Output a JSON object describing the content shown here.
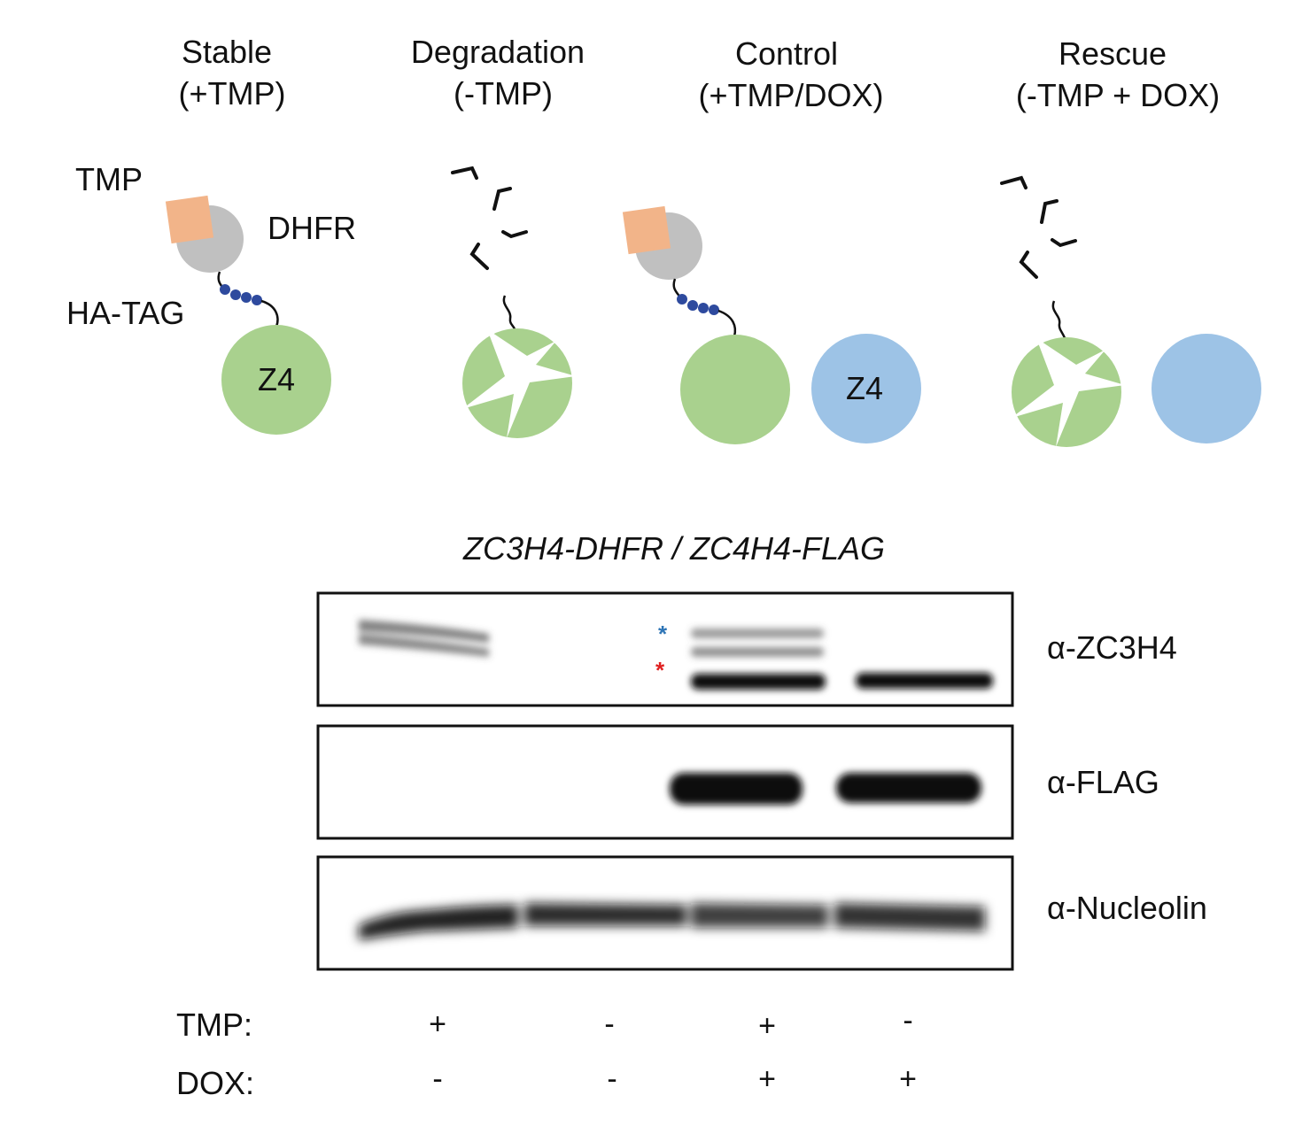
{
  "conditions": [
    {
      "line1": "Stable",
      "line2": "(+TMP)"
    },
    {
      "line1": "Degradation",
      "line2": "(-TMP)"
    },
    {
      "line1": "Control",
      "line2": "(+TMP/DOX)"
    },
    {
      "line1": "Rescue",
      "line2": "(-TMP + DOX)"
    }
  ],
  "schematic": {
    "tmp_label": "TMP",
    "dhfr_label": "DHFR",
    "ha_tag_label": "HA-TAG",
    "z4_label": "Z4",
    "z4_flag_label": "Z4"
  },
  "blot": {
    "title": "ZC3H4-DHFR / ZC4H4-FLAG",
    "panels": [
      {
        "antibody": "α-ZC3H4"
      },
      {
        "antibody": "α-FLAG"
      },
      {
        "antibody": "α-Nucleolin"
      }
    ],
    "marker_blue": "*",
    "marker_red": "*",
    "rows": [
      {
        "label": "TMP:",
        "values": [
          "+",
          "-",
          "+",
          "-"
        ]
      },
      {
        "label": "DOX:",
        "values": [
          "-",
          "-",
          "+",
          "+"
        ]
      }
    ]
  },
  "colors": {
    "tmp_square": "#F2B489",
    "dhfr_circle": "#C0C0C0",
    "ha_beads": "#2E4A9E",
    "zc3h4_protein": "#A9D18E",
    "flag_protein": "#9DC3E6",
    "blue_star": "#2E75B6",
    "red_star": "#E02020"
  }
}
